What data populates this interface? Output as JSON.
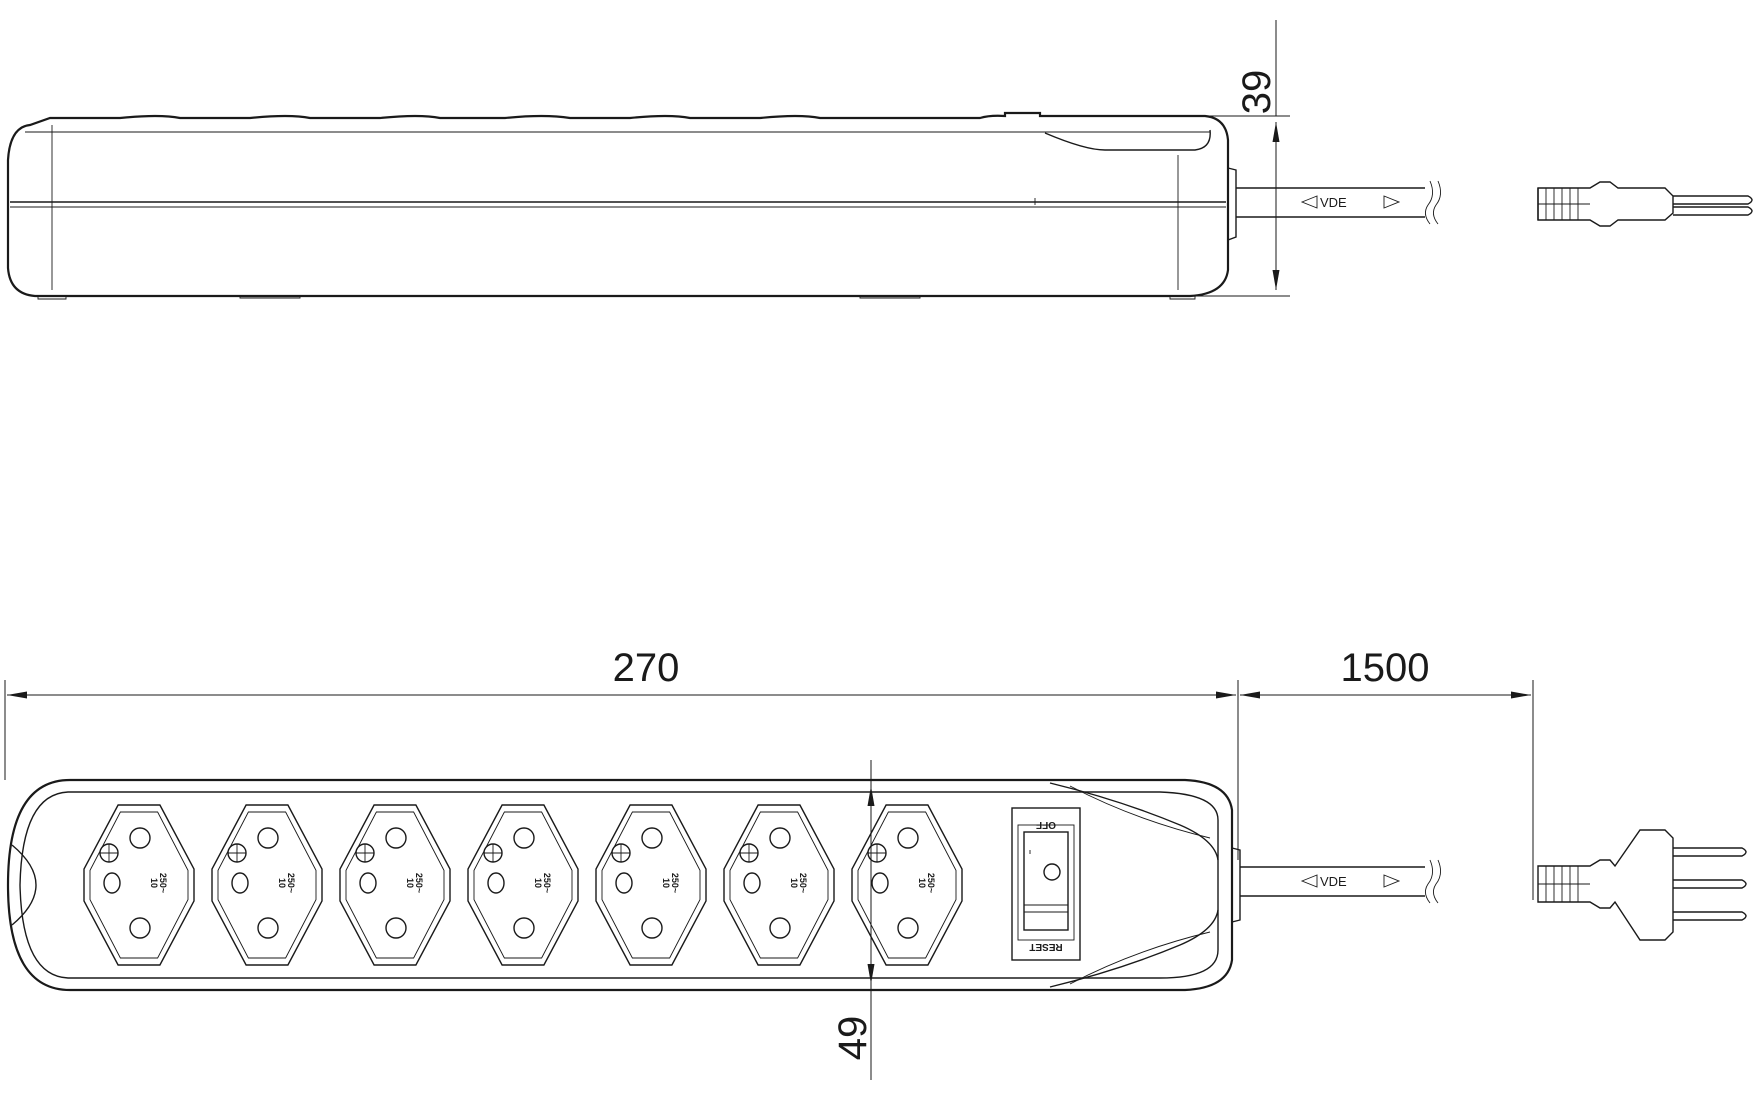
{
  "dimensions": {
    "height_side": "39",
    "length": "270",
    "cable": "1500",
    "width_top": "49"
  },
  "cable_marking": "VDE",
  "switch": {
    "top_label": "OFF",
    "bottom_label": "RESET"
  },
  "socket_rating": {
    "amps": "10",
    "volts": "250~"
  },
  "socket_count": 7
}
